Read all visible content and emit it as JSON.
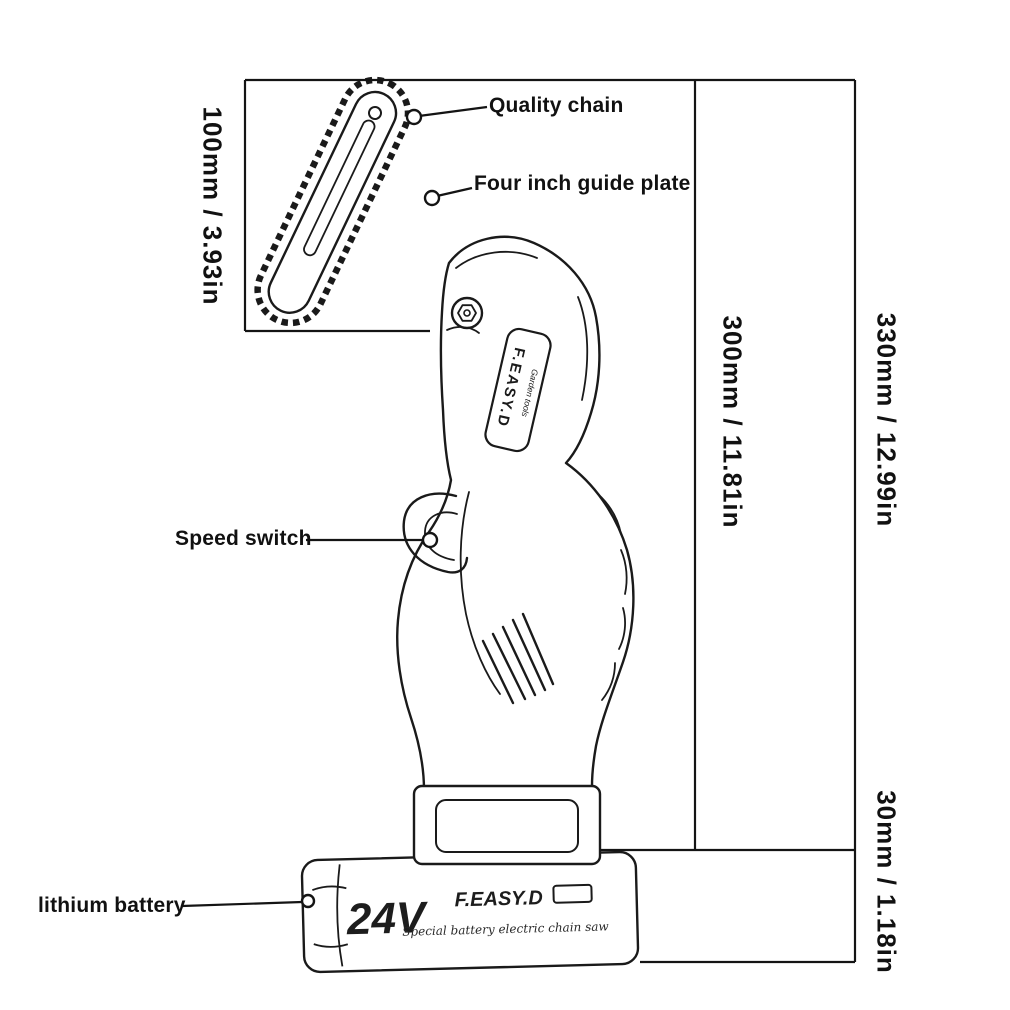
{
  "annotations": {
    "quality_chain": "Quality chain",
    "guide_plate": "Four inch guide plate",
    "speed_switch": "Speed switch",
    "lithium_battery": "lithium battery"
  },
  "dimensions": {
    "bar_length": "100mm / 3.93in",
    "body_length": "300mm / 11.81in",
    "total_length": "330mm / 12.99in",
    "battery_height": "30mm / 1.18in"
  },
  "saw": {
    "brand": "F.EASY.D",
    "brand_sub": "Garden tools"
  },
  "battery": {
    "voltage": "24V",
    "brand": "F.EASY.D",
    "tagline": "Special battery electric chain saw"
  },
  "colors": {
    "ink": "#1a1a1a",
    "background": "#ffffff"
  }
}
